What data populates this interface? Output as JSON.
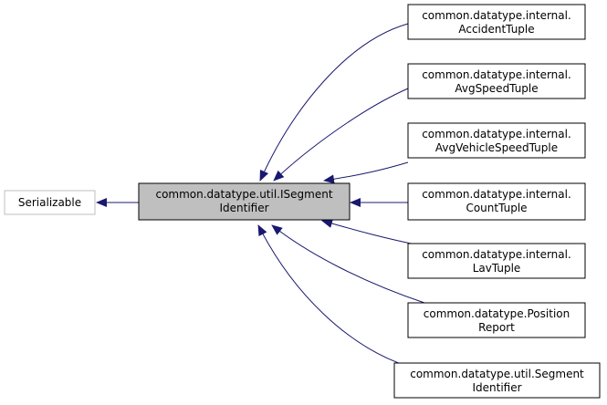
{
  "colors": {
    "edge": "#191970",
    "node_border": "#000000",
    "external_border": "#bfbfbf",
    "focus_fill": "#bfbfbf",
    "node_fill": "#ffffff"
  },
  "nodes": {
    "serializable": {
      "lines": [
        "Serializable"
      ]
    },
    "isegment": {
      "lines": [
        "common.datatype.util.ISegment",
        "Identifier"
      ]
    },
    "accident": {
      "lines": [
        "common.datatype.internal.",
        "AccidentTuple"
      ]
    },
    "avgspeed": {
      "lines": [
        "common.datatype.internal.",
        "AvgSpeedTuple"
      ]
    },
    "avgvehicle": {
      "lines": [
        "common.datatype.internal.",
        "AvgVehicleSpeedTuple"
      ]
    },
    "count": {
      "lines": [
        "common.datatype.internal.",
        "CountTuple"
      ]
    },
    "lav": {
      "lines": [
        "common.datatype.internal.",
        "LavTuple"
      ]
    },
    "position": {
      "lines": [
        "common.datatype.Position",
        "Report"
      ]
    },
    "segment": {
      "lines": [
        "common.datatype.util.Segment",
        "Identifier"
      ]
    }
  }
}
